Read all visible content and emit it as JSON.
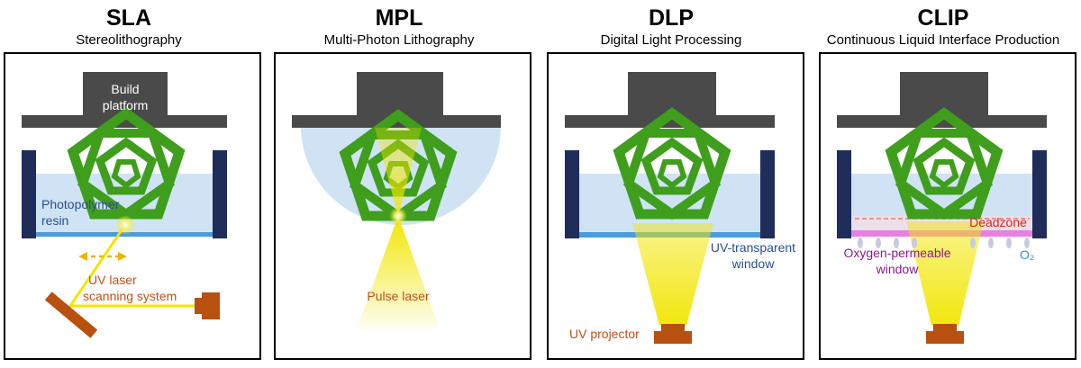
{
  "panels": [
    {
      "abbr": "SLA",
      "full": "Stereolithography",
      "labels": {
        "platform_line1": "Build",
        "platform_line2": "platform",
        "resin_line1": "Photopolymer",
        "resin_line2": "resin",
        "laser_line1": "UV laser",
        "laser_line2": "scanning system"
      }
    },
    {
      "abbr": "MPL",
      "full": "Multi-Photon Lithography",
      "labels": {
        "laser": "Pulse laser"
      }
    },
    {
      "abbr": "DLP",
      "full": "Digital Light Processing",
      "labels": {
        "window_line1": "UV-transparent",
        "window_line2": "window",
        "projector": "UV projector"
      }
    },
    {
      "abbr": "CLIP",
      "full": "Continuous Liquid Interface Production",
      "labels": {
        "deadzone": "Deadzone",
        "window_line1": "Oxygen-permeable",
        "window_line2": "window",
        "o2": "O₂"
      }
    }
  ],
  "colors": {
    "platform": "#4a4a4a",
    "vat_wall": "#1f2d5a",
    "resin": "#cfe3f5",
    "window": "#4d9bd8",
    "part": "#3f9e1c",
    "laser": "#f2e600",
    "laser_source": "#b8500f",
    "resin_label": "#2b4f8f",
    "laser_label": "#c0501a",
    "deadzone": "#d9281e",
    "oxygen_window": "#8b1a8b",
    "o2": "#3a8ed8",
    "arrow": "#f0b400"
  },
  "icons": {
    "part": "pentagon-lattice-icon",
    "scan_arrow": "double-arrow-icon",
    "laser_source": "laser-source-icon",
    "mirror": "mirror-icon",
    "projector": "projector-icon"
  }
}
